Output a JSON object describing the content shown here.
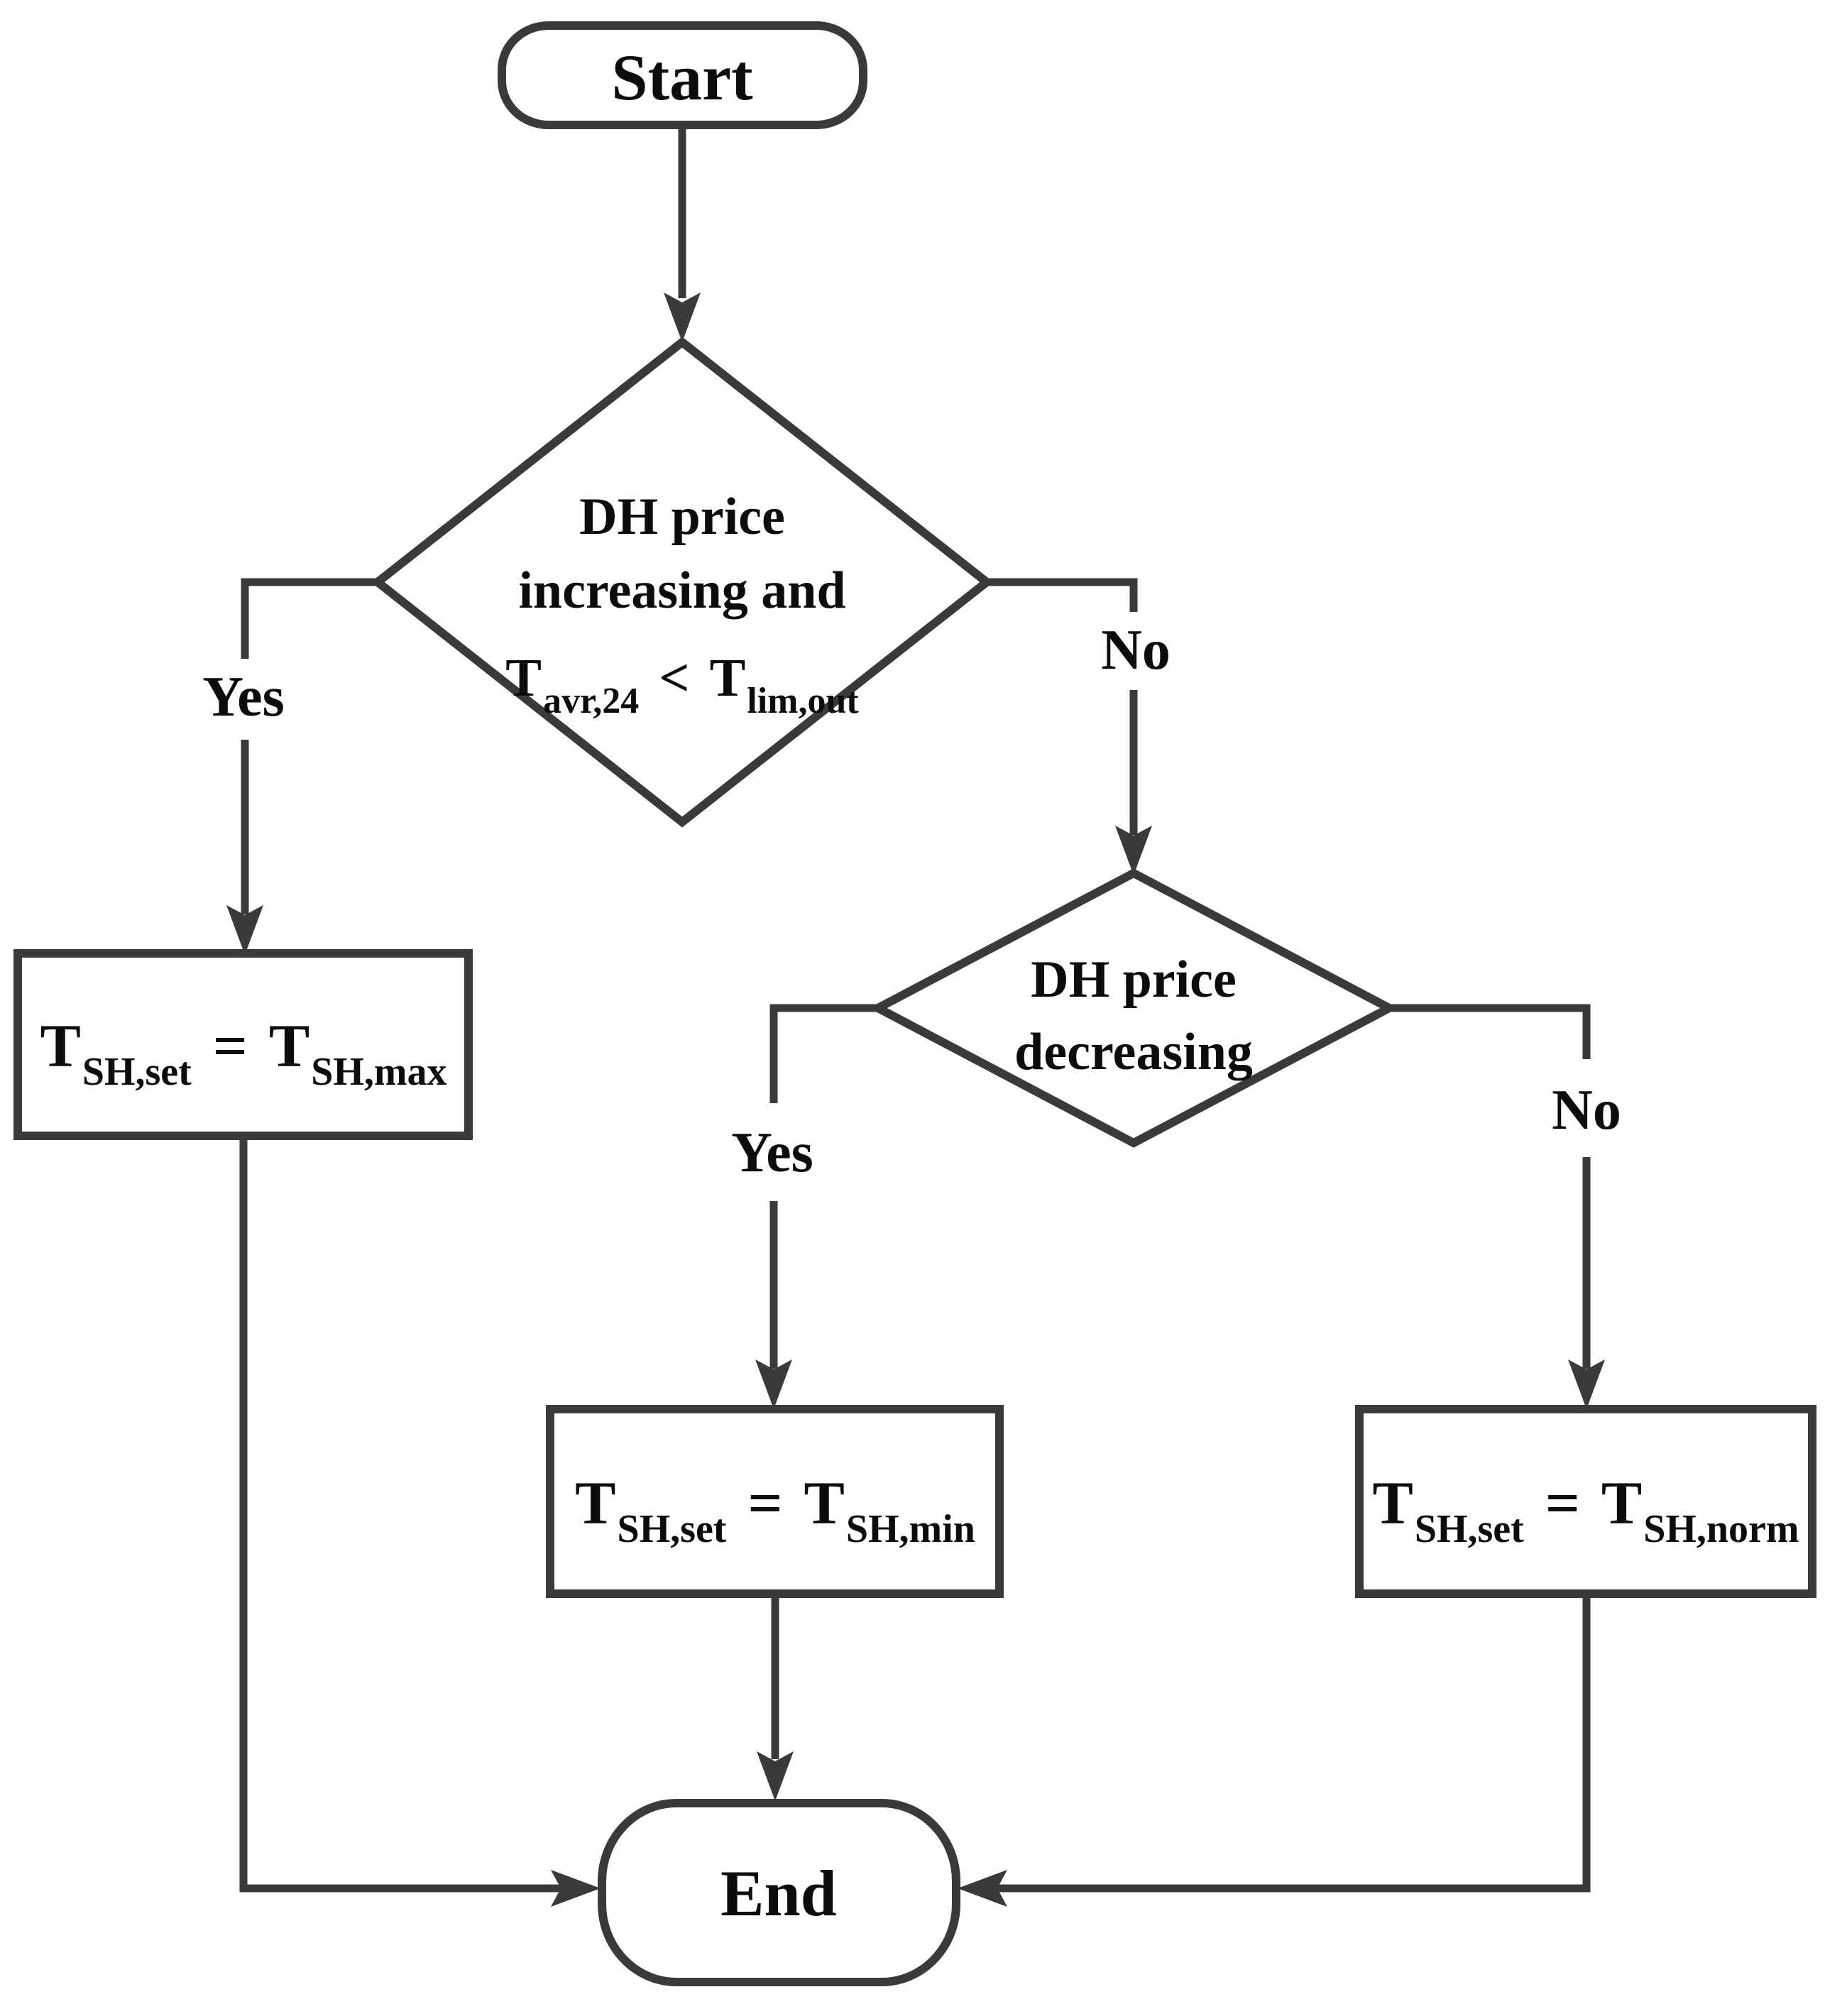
{
  "colors": {
    "line": "#3a3a3a",
    "text": "#0c0c0c",
    "bg": "#ffffff"
  },
  "nodes": {
    "start": {
      "label": "Start"
    },
    "decision1": {
      "line1": "DH price",
      "line2": "increasing and",
      "formula": {
        "base1": "T",
        "sub1": "avr,24",
        "op": "<",
        "base2": "T",
        "sub2": "lim,out"
      }
    },
    "process_max": {
      "formula": {
        "base1": "T",
        "sub1": "SH,set",
        "op": "=",
        "base2": "T",
        "sub2": "SH,max"
      }
    },
    "decision2": {
      "line1": "DH price",
      "line2": "decreasing"
    },
    "process_min": {
      "formula": {
        "base1": "T",
        "sub1": "SH,set",
        "op": "=",
        "base2": "T",
        "sub2": "SH,min"
      }
    },
    "process_norm": {
      "formula": {
        "base1": "T",
        "sub1": "SH,set",
        "op": "=",
        "base2": "T",
        "sub2": "SH,norm"
      }
    },
    "end": {
      "label": "End"
    }
  },
  "edge_labels": {
    "decision1_yes": "Yes",
    "decision1_no": "No",
    "decision2_yes": "Yes",
    "decision2_no": "No"
  }
}
